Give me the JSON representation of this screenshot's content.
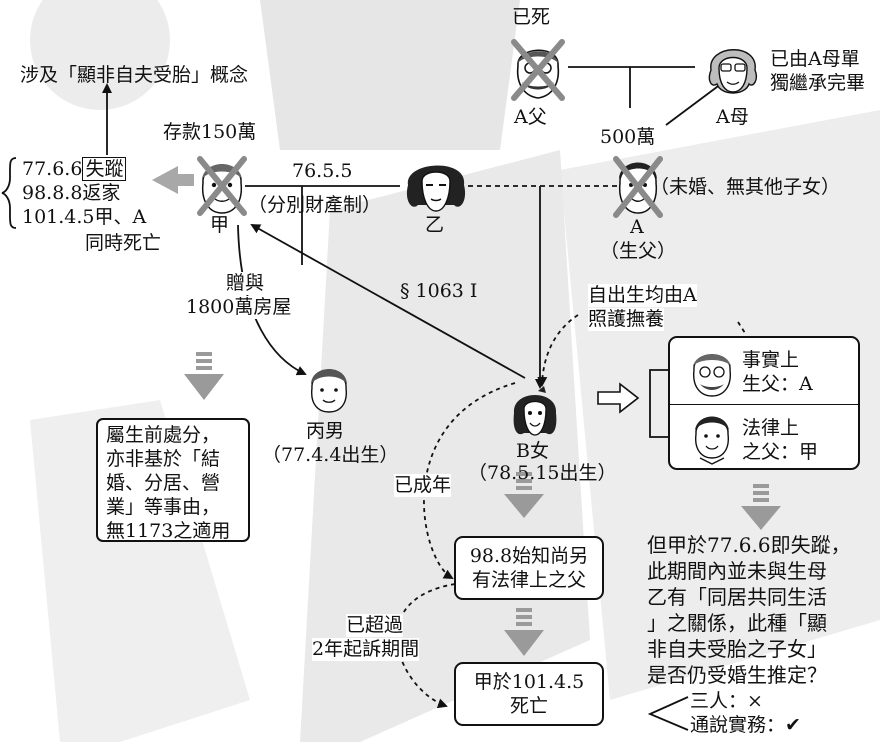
{
  "persons": {
    "a_father": {
      "top_label": "已死",
      "label": "A父"
    },
    "a_mother": {
      "label": "A母",
      "note_line1": "已由A母單",
      "note_line2": "獨繼承完畢"
    },
    "jia": {
      "label": "甲",
      "deposit": "存款150萬"
    },
    "yi": {
      "label": "乙"
    },
    "a": {
      "label": "A",
      "sublabel": "（生父）",
      "note": "（未婚、無其他子女）"
    },
    "bing": {
      "label": "丙男",
      "birth": "（77.4.4出生）"
    },
    "b": {
      "label": "B女",
      "birth": "（78.5.15出生）"
    }
  },
  "edges": {
    "inheritance": "500萬",
    "marriage_date": "76.5.5",
    "property_regime": "（分別財產制）",
    "law_article": "§ 1063 I",
    "gift_line1": "贈與",
    "gift_line2": "1800萬房屋",
    "raised_line1": "自出生均由A",
    "raised_line2": "照護撫養",
    "adult": "已成年",
    "exceeded_line1": "已超過",
    "exceeded_line2": "2年起訴期間"
  },
  "top_note": "涉及「顯非自夫受胎」概念",
  "timeline": {
    "line1_date": "77.6.6",
    "line1_word": "失蹤",
    "line2": "98.8.8返家",
    "line3": "101.4.5甲、A",
    "line4": "同時死亡"
  },
  "disposition_box": {
    "line1": "屬生前處分，",
    "line2": "亦非基於「結",
    "line3": "婚、分居、營",
    "line4": "業」等事由，",
    "line5": "無1173之適用"
  },
  "father_box": {
    "fact_line1": "事實上",
    "fact_line2": "生父：A",
    "legal_line1": "法律上",
    "legal_line2": "之父：甲"
  },
  "discovery_box": {
    "line1": "98.8始知尚另",
    "line2": "有法律上之父"
  },
  "death_box": {
    "line1": "甲於101.4.5",
    "line2": "死亡"
  },
  "question": {
    "line1": "但甲於77.6.6即失蹤，",
    "line2": "此期間內並未與生母",
    "line3": "乙有「同居共同生活",
    "line4": "」之關係，此種「顯",
    "line5": "非自夫受胎之子女」",
    "line6": "是否仍受婚生推定？"
  },
  "opinions": {
    "three": "三人：×",
    "majority": "通說實務：✔"
  }
}
